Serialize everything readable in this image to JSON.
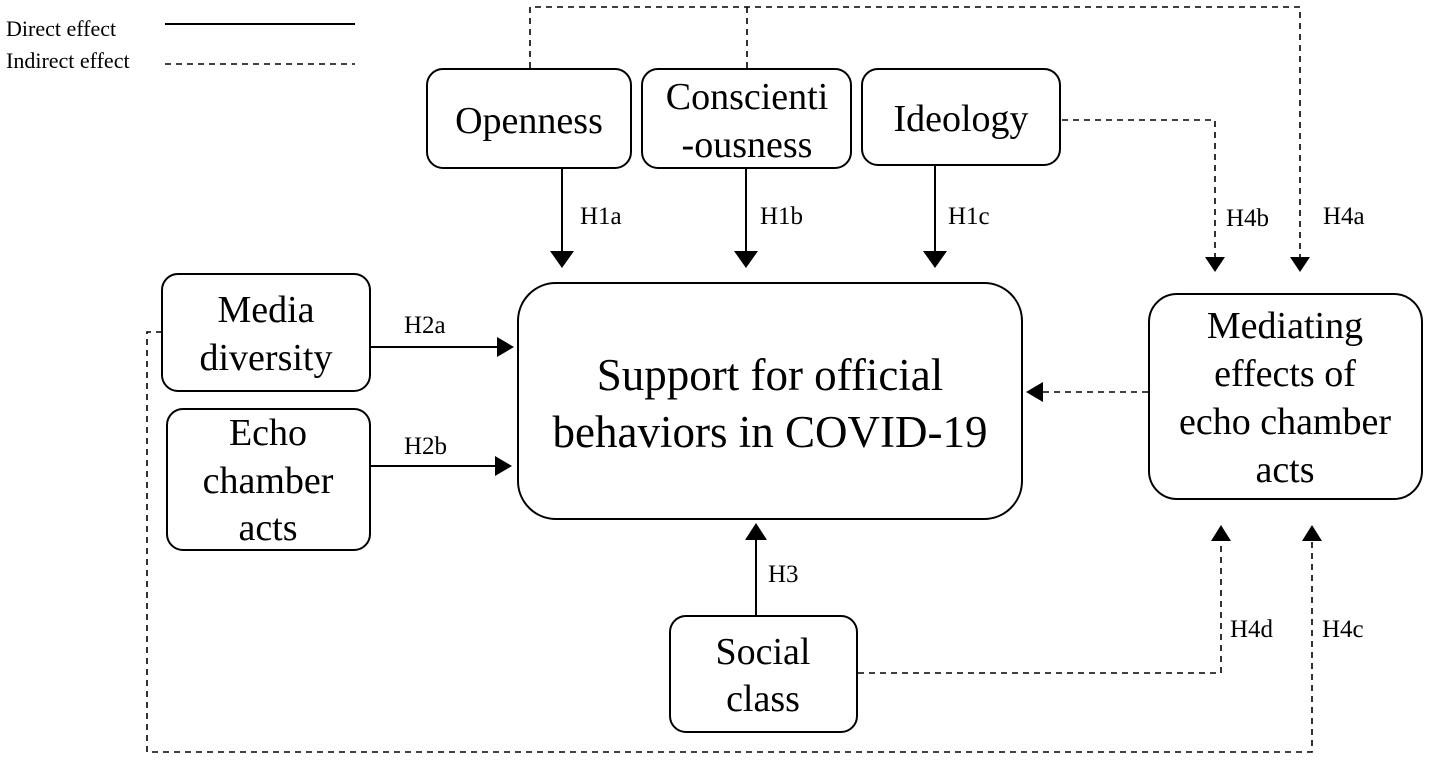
{
  "legend": {
    "direct_label": "Direct effect",
    "indirect_label": "Indirect effect"
  },
  "nodes": {
    "openness": "Openness",
    "conscientiousness_line1": "Conscienti",
    "conscientiousness_line2": "-ousness",
    "ideology": "Ideology",
    "media_diversity_line1": "Media",
    "media_diversity_line2": "diversity",
    "echo_line1": "Echo",
    "echo_line2": "chamber",
    "echo_line3": "acts",
    "support_line1": "Support for official",
    "support_line2": "behaviors in COVID-19",
    "mediating_line1": "Mediating",
    "mediating_line2": "effects of",
    "mediating_line3": "echo chamber",
    "mediating_line4": "acts",
    "social_line1": "Social",
    "social_line2": "class"
  },
  "hypotheses": {
    "h1a": "H1a",
    "h1b": "H1b",
    "h1c": "H1c",
    "h2a": "H2a",
    "h2b": "H2b",
    "h3": "H3",
    "h4a": "H4a",
    "h4b": "H4b",
    "h4c": "H4c",
    "h4d": "H4d"
  }
}
